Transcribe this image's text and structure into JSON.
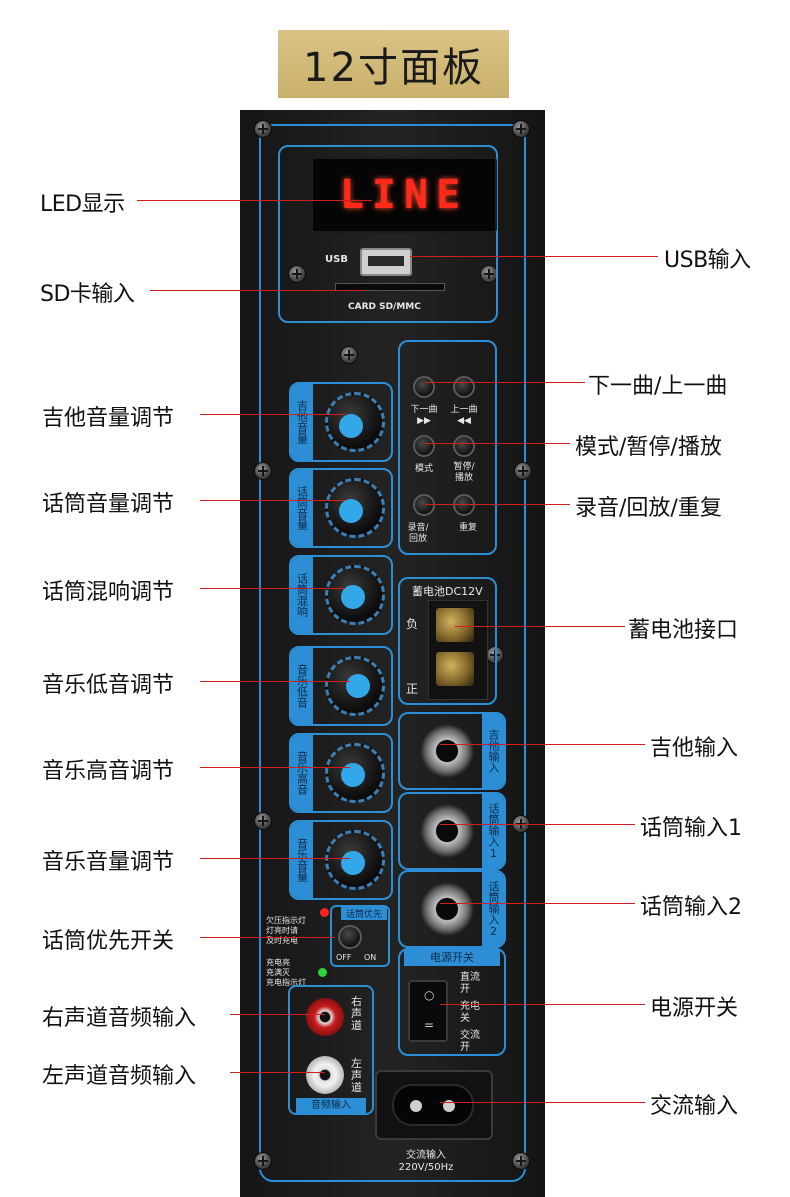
{
  "title": "12寸面板",
  "display": {
    "led_text": "LINE"
  },
  "panel": {
    "usb_label": "USB",
    "card_label": "CARD SD/MMC",
    "knobs": [
      {
        "tag": "吉他音量"
      },
      {
        "tag": "话筒音量"
      },
      {
        "tag": "话筒混响"
      },
      {
        "tag": "音乐低音"
      },
      {
        "tag": "音乐高音"
      },
      {
        "tag": "音乐音量"
      }
    ],
    "buttons": {
      "next": "下一曲\n▶▶",
      "prev": "上一曲\n◀◀",
      "mode": "模式",
      "pause": "暂停/\n播放",
      "record": "录音/\n回放",
      "repeat": "重复"
    },
    "battery": {
      "title": "蓄电池DC12V",
      "neg": "负",
      "pos": "正"
    },
    "jacks": [
      {
        "tag": "吉他输入"
      },
      {
        "tag": "话筒输入1"
      },
      {
        "tag": "话筒输入2"
      }
    ],
    "priority": {
      "title": "话筒优先",
      "indicator_1": "欠压指示灯\n灯亮时请\n及时充电",
      "indicator_2": "充电亮\n充满灭\n充电指示灯",
      "off": "OFF",
      "on": "ON"
    },
    "power": {
      "title": "电源开关",
      "dc": "直流开",
      "charge": "充电关",
      "ac": "交流开"
    },
    "rca": {
      "right": "右声道",
      "left": "左声道",
      "title": "音频输入"
    },
    "ac": {
      "label": "交流输入\n220V/50Hz"
    }
  },
  "callouts": {
    "led": "LED显示",
    "usb": "USB输入",
    "sd": "SD卡输入",
    "track": "下一曲/上一曲",
    "guitar_vol": "吉他音量调节",
    "mode": "模式/暂停/播放",
    "mic_vol": "话筒音量调节",
    "record": "录音/回放/重复",
    "mic_reverb": "话筒混响调节",
    "battery": "蓄电池接口",
    "bass": "音乐低音调节",
    "guitar_in": "吉他输入",
    "treble": "音乐高音调节",
    "mic_in1": "话筒输入1",
    "music_vol": "音乐音量调节",
    "mic_in2": "话筒输入2",
    "priority": "话筒优先开关",
    "power": "电源开关",
    "right_in": "右声道音频输入",
    "left_in": "左声道音频输入",
    "ac_in": "交流输入"
  },
  "colors": {
    "accent_blue": "#2c8fd6",
    "callout_line": "#d31e1e",
    "led_red": "#ff2a1a",
    "title_bg": "#c9b06a"
  }
}
